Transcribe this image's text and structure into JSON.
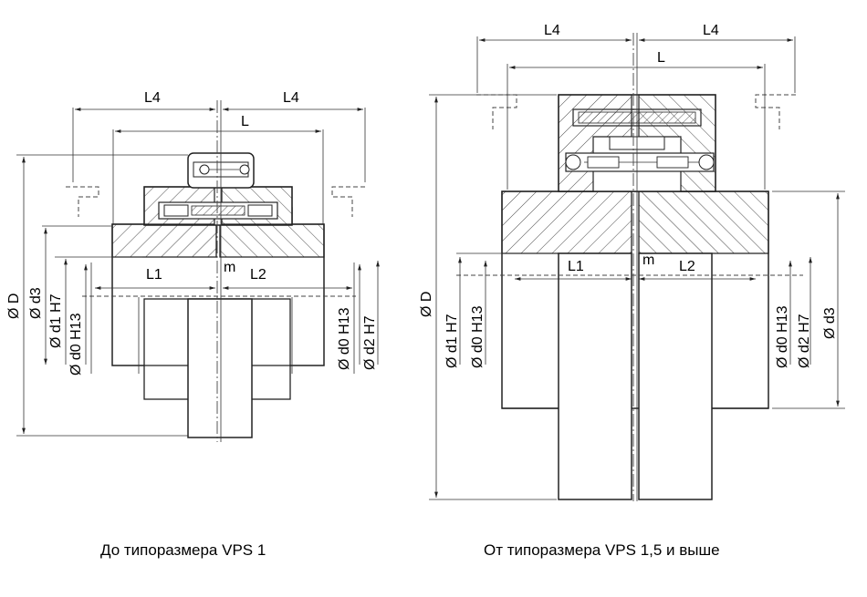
{
  "left_diagram": {
    "caption": "До типоразмера VPS 1",
    "dims": {
      "L4_left": "L4",
      "L4_right": "L4",
      "L": "L",
      "L1": "L1",
      "L2": "L2",
      "m": "m",
      "D": "Ø D",
      "d3": "Ø d3",
      "d1": "Ø d1 H7",
      "d0_left": "Ø d0 H13",
      "d0_right": "Ø d0 H13",
      "d2": "Ø d2 H7"
    }
  },
  "right_diagram": {
    "caption": "От типоразмера VPS 1,5 и выше",
    "dims": {
      "L4_left": "L4",
      "L4_right": "L4",
      "L": "L",
      "L1": "L1",
      "L2": "L2",
      "m": "m",
      "D": "Ø D",
      "d1": "Ø d1 H7",
      "d0_left": "Ø d0 H13",
      "d0_right": "Ø d0 H13",
      "d2": "Ø d2 H7",
      "d3": "Ø d3"
    }
  }
}
